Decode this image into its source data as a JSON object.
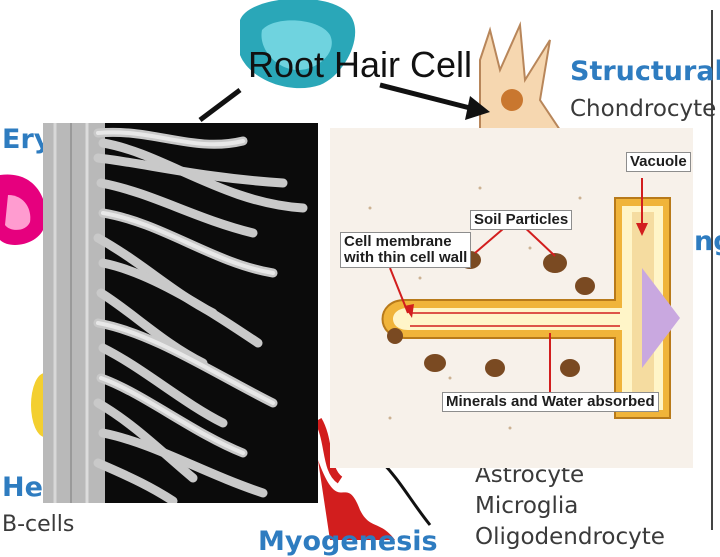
{
  "slide": {
    "title": "Root Hair Cell"
  },
  "background": {
    "structural": "Structural",
    "chondrocyte": "Chondrocyte",
    "ery": "Ery",
    "ng": "ng",
    "her": "Her",
    "bcells": "B-cells",
    "astrocyte": "Astrocyte",
    "microglia": "Microglia",
    "oligodendrocyte": "Oligodendrocyte",
    "myogenesis": "Myogenesis"
  },
  "diagram": {
    "vacuole": "Vacuole",
    "soil_particles": "Soil Particles",
    "cell_membrane_1": "Cell membrane",
    "cell_membrane_2": "with thin cell wall",
    "minerals": "Minerals and Water absorbed"
  },
  "colors": {
    "background_label": "#2e7cc0",
    "cell_wall": "#f0b43a",
    "cytoplasm": "#fff5c8",
    "arrow_red": "#d21e1e",
    "vacuole_purple": "#c9a8e0"
  }
}
